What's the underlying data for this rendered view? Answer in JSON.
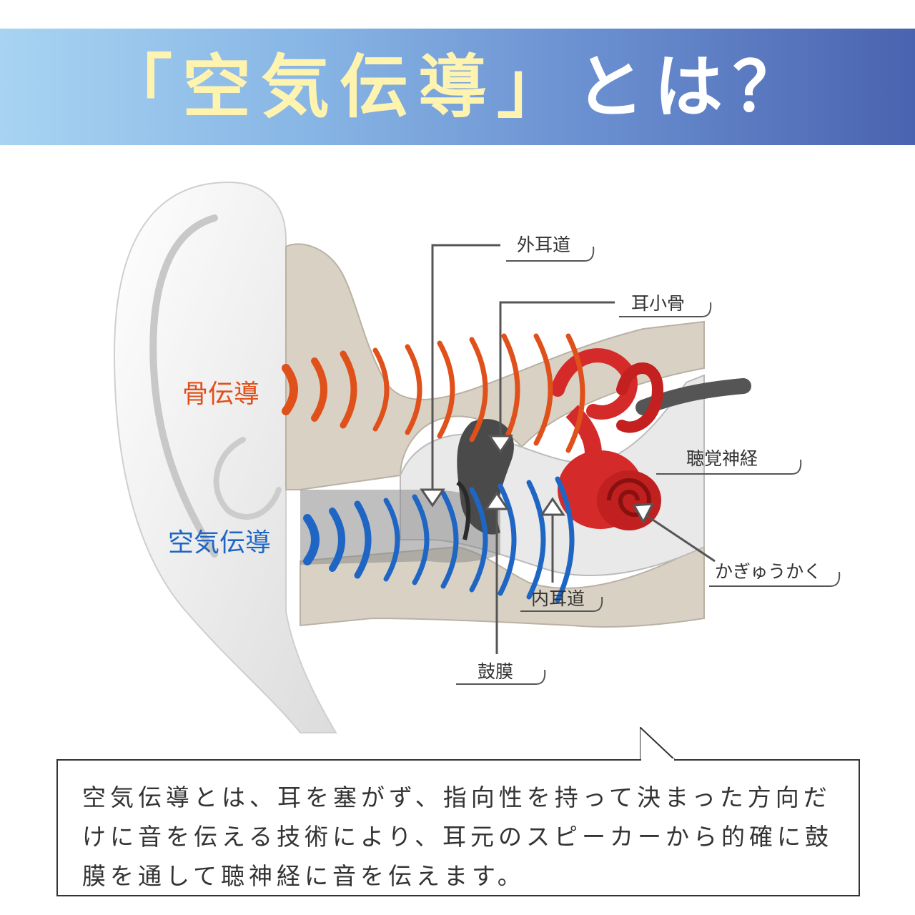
{
  "header": {
    "title_highlight": "「空気伝導」",
    "title_rest": "とは？"
  },
  "diagram": {
    "labels": {
      "outer_ear_canal": "外耳道",
      "ossicles": "耳小骨",
      "bone_conduction": "骨伝導",
      "auditory_nerve": "聴覚神経",
      "air_conduction": "空気伝導",
      "cochlea": "かぎゅうかく",
      "inner_ear_canal": "内耳道",
      "eardrum": "鼓膜"
    }
  },
  "description": {
    "text": "空気伝導とは、耳を塞がず、指向性を持って決まった方向だけに音を伝える技術により、耳元のスピーカーから的確に鼓膜を通して聴神経に音を伝えます。"
  },
  "colors": {
    "bone_wave": "#e0501a",
    "air_wave": "#1f66c4",
    "cochlea": "#d42a2a",
    "header_start": "#a8d4f2",
    "header_end": "#4a63b0"
  }
}
